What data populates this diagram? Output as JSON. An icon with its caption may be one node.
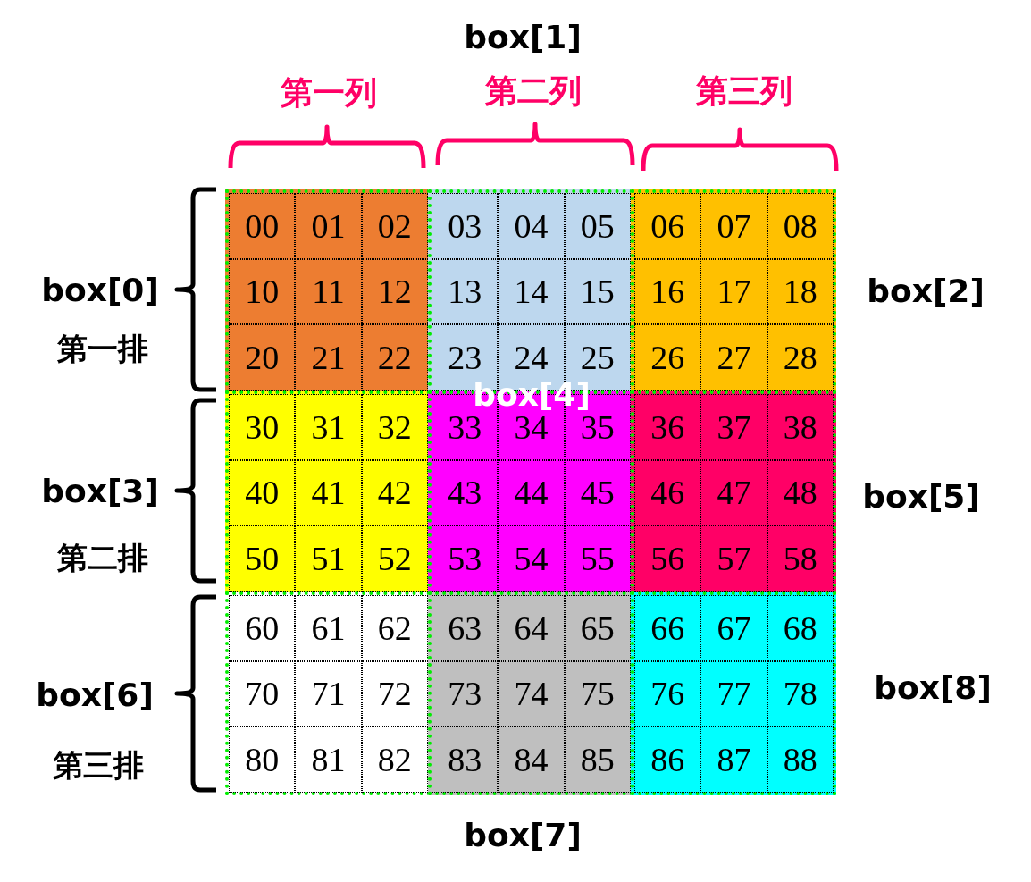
{
  "diagram": {
    "nodes": [
      {
        "text": [],
        "shape": "box"
      },
      {
        "text": [
          "00"
        ],
        "in": 0
      },
      {
        "text": [
          "01"
        ],
        "in": 0
      },
      {
        "text": [
          "02"
        ],
        "in": 0
      },
      {
        "text": [
          "10"
        ],
        "in": 0
      },
      {
        "text": [
          "11"
        ],
        "in": 0
      },
      {
        "text": [
          "12"
        ],
        "in": 0
      },
      {
        "text": [
          "20"
        ],
        "in": 0
      },
      {
        "text": [
          "21"
        ],
        "in": 0
      },
      {
        "text": [
          "22"
        ],
        "in": 0
      },
      {
        "text": [],
        "shape": "box"
      },
      {
        "text": [
          "03"
        ],
        "in": 10
      },
      {
        "text": [
          "04"
        ],
        "in": 10
      },
      {
        "text": [
          "05"
        ],
        "in": 10
      },
      {
        "text": [
          "13"
        ],
        "in": 10
      },
      {
        "text": [
          "14"
        ],
        "in": 10
      },
      {
        "text": [
          "15"
        ],
        "in": 10
      },
      {
        "text": [
          "23"
        ],
        "in": 10
      },
      {
        "text": [
          "24"
        ],
        "in": 10
      },
      {
        "text": [
          "25"
        ],
        "in": 10
      },
      {
        "text": [],
        "shape": "box"
      },
      {
        "text": [
          "06"
        ],
        "in": 20
      },
      {
        "text": [
          "07"
        ],
        "in": 20
      },
      {
        "text": [
          "08"
        ],
        "in": 20
      },
      {
        "text": [
          "16"
        ],
        "in": 20
      },
      {
        "text": [
          "17"
        ],
        "in": 20
      },
      {
        "text": [
          "18"
        ],
        "in": 20
      },
      {
        "text": [
          "26"
        ],
        "in": 20
      },
      {
        "text": [
          "27"
        ],
        "in": 20
      },
      {
        "text": [
          "28"
        ],
        "in": 20
      },
      {
        "text": [],
        "shape": "box"
      },
      {
        "text": [
          "30"
        ],
        "in": 30
      },
      {
        "text": [
          "31"
        ],
        "in": 30
      },
      {
        "text": [
          "32"
        ],
        "in": 30
      },
      {
        "text": [
          "40"
        ],
        "in": 30
      },
      {
        "text": [
          "41"
        ],
        "in": 30
      },
      {
        "text": [
          "42"
        ],
        "in": 30
      },
      {
        "text": [
          "50"
        ],
        "in": 30
      },
      {
        "text": [
          "51"
        ],
        "in": 30
      },
      {
        "text": [
          "52"
        ],
        "in": 30
      },
      {
        "text": [],
        "shape": "box"
      },
      {
        "text": [
          "33"
        ],
        "in": 40
      },
      {
        "text": [
          "34"
        ],
        "in": 40
      },
      {
        "text": [
          "35"
        ],
        "in": 40
      },
      {
        "text": [
          "43"
        ],
        "in": 40
      },
      {
        "text": [
          "44"
        ],
        "in": 40
      },
      {
        "text": [
          "45"
        ],
        "in": 40
      },
      {
        "text": [
          "53"
        ],
        "in": 40
      },
      {
        "text": [
          "54"
        ],
        "in": 40
      },
      {
        "text": [
          "55"
        ],
        "in": 40
      },
      {
        "text": [],
        "shape": "box"
      },
      {
        "text": [
          "36"
        ],
        "in": 50
      },
      {
        "text": [
          "37"
        ],
        "in": 50
      },
      {
        "text": [
          "38"
        ],
        "in": 50
      },
      {
        "text": [
          "46"
        ],
        "in": 50
      },
      {
        "text": [
          "47"
        ],
        "in": 50
      },
      {
        "text": [
          "48"
        ],
        "in": 50
      },
      {
        "text": [
          "56"
        ],
        "in": 50
      },
      {
        "text": [
          "57"
        ],
        "in": 50
      },
      {
        "text": [
          "58"
        ],
        "in": 50
      },
      {
        "text": [],
        "shape": "box"
      },
      {
        "text": [
          "60"
        ],
        "in": 60
      },
      {
        "text": [
          "61"
        ],
        "in": 60
      },
      {
        "text": [
          "62"
        ],
        "in": 60
      },
      {
        "text": [
          "70"
        ],
        "in": 60
      },
      {
        "text": [
          "71"
        ],
        "in": 60
      },
      {
        "text": [
          "72"
        ],
        "in": 60
      },
      {
        "text": [
          "80"
        ],
        "in": 60
      },
      {
        "text": [
          "81"
        ],
        "in": 60
      },
      {
        "text": [
          "82"
        ],
        "in": 60
      },
      {
        "text": [],
        "shape": "box"
      },
      {
        "text": [
          "63"
        ],
        "in": 70
      },
      {
        "text": [
          "64"
        ],
        "in": 70
      },
      {
        "text": [
          "65"
        ],
        "in": 70
      },
      {
        "text": [
          "73"
        ],
        "in": 70
      },
      {
        "text": [
          "74"
        ],
        "in": 70
      },
      {
        "text": [
          "75"
        ],
        "in": 70
      },
      {
        "text": [
          "83"
        ],
        "in": 70
      },
      {
        "text": [
          "84"
        ],
        "in": 70
      },
      {
        "text": [
          "85"
        ],
        "in": 70
      },
      {
        "text": [],
        "shape": "box"
      },
      {
        "text": [
          "66"
        ],
        "in": 80
      },
      {
        "text": [
          "67"
        ],
        "in": 80
      },
      {
        "text": [
          "68"
        ],
        "in": 80
      },
      {
        "text": [
          "76"
        ],
        "in": 80
      },
      {
        "text": [
          "77"
        ],
        "in": 80
      },
      {
        "text": [
          "78"
        ],
        "in": 80
      },
      {
        "text": [
          "86"
        ],
        "in": 80
      },
      {
        "text": [
          "87"
        ],
        "in": 80
      },
      {
        "text": [
          "88"
        ],
        "in": 80
      }
    ],
    "labels": [
      "box[1]",
      "第一列",
      "第二列",
      "第三列",
      "box[0]",
      "box[2]",
      "第一排",
      "box[4]",
      "box[3]",
      "box[5]",
      "第二排",
      "box[6]",
      "box[8]",
      "第三排",
      "box[7]"
    ]
  }
}
